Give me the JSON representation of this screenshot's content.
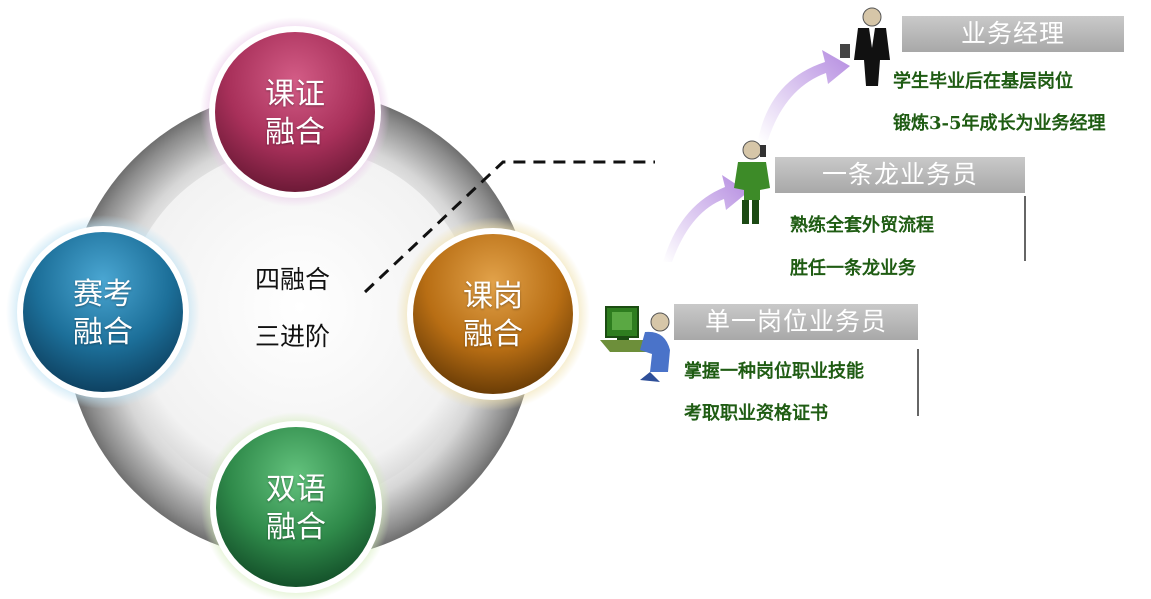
{
  "center": {
    "line1": "四融合",
    "line2": "三进阶"
  },
  "circles": [
    {
      "id": "top",
      "line1": "课证",
      "line2": "融合"
    },
    {
      "id": "left",
      "line1": "赛考",
      "line2": "融合"
    },
    {
      "id": "right",
      "line1": "课岗",
      "line2": "融合"
    },
    {
      "id": "bottom",
      "line1": "双语",
      "line2": "融合"
    }
  ],
  "levels": [
    {
      "title": "单一岗位业务员",
      "desc1": "掌握一种岗位职业技能",
      "desc2": "考取职业资格证书"
    },
    {
      "title": "一条龙业务员",
      "desc1": "熟练全套外贸流程",
      "desc2": "胜任一条龙业务"
    },
    {
      "title": "业务经理",
      "desc1": "学生毕业后在基层岗位",
      "desc2": "锻炼3-5年成长为业务经理"
    }
  ],
  "colors": {
    "pink": "#a8305a",
    "blue": "#1c6f99",
    "orange": "#b86e14",
    "green": "#2f8a4a",
    "desc_text": "#1f5c13",
    "banner": "#b5b5b5"
  }
}
